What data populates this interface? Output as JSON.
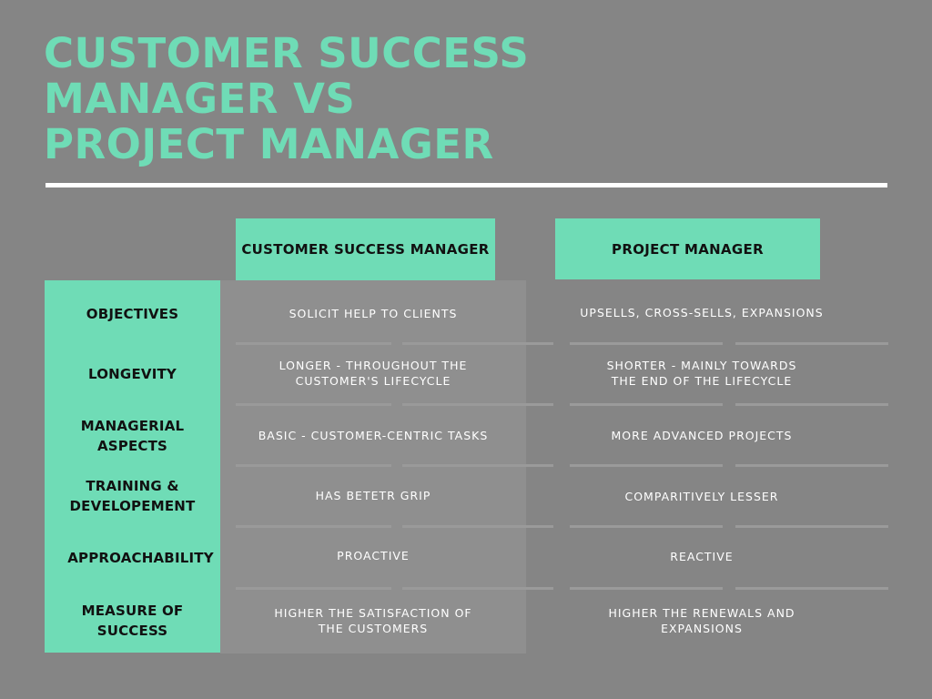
{
  "title": {
    "line1": "CUSTOMER SUCCESS",
    "line2": "MANAGER VS",
    "line3": "PROJECT MANAGER"
  },
  "columns": {
    "csm": "CUSTOMER SUCCESS MANAGER",
    "pm": "PROJECT MANAGER"
  },
  "rows": [
    {
      "label": "OBJECTIVES",
      "csm": "SOLICIT HELP TO CLIENTS",
      "pm": "UPSELLS, CROSS-SELLS, EXPANSIONS"
    },
    {
      "label": "LONGEVITY",
      "csm": "LONGER - THROUGHOUT THE CUSTOMER'S LIFECYCLE",
      "pm": "SHORTER - MAINLY TOWARDS THE END OF THE LIFECYCLE"
    },
    {
      "label": "MANAGERIAL ASPECTS",
      "csm": "BASIC - CUSTOMER-CENTRIC TASKS",
      "pm": "MORE ADVANCED PROJECTS"
    },
    {
      "label": "TRAINING & DEVELOPEMENT",
      "csm": "HAS BETETR GRIP",
      "pm": "COMPARITIVELY LESSER"
    },
    {
      "label": "APPROACHABILITY",
      "csm": "PROACTIVE",
      "pm": "REACTIVE"
    },
    {
      "label": "MEASURE OF SUCCESS",
      "csm": "HIGHER THE SATISFACTION OF THE CUSTOMERS",
      "pm": "HIGHER THE RENEWALS AND EXPANSIONS"
    }
  ],
  "colors": {
    "accent": "#6fdcb6",
    "background": "#858585",
    "text_light": "#ffffff",
    "text_dark": "#111111"
  }
}
